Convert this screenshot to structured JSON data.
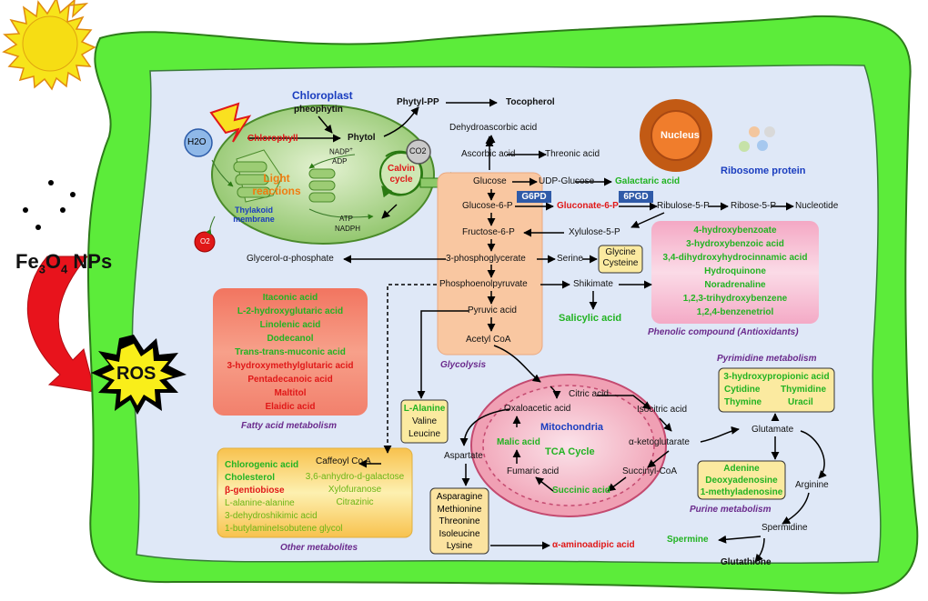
{
  "light_source": {
    "icon": "sun-icon",
    "color": "#f7e41a"
  },
  "nanoparticle_label": {
    "prefix": "Fe",
    "sub1": "3",
    "mid": "O",
    "sub2": "4",
    "suffix": " NPs"
  },
  "ros_label": "ROS",
  "colors": {
    "cell_wall": "#5cec3a",
    "cytoplasm": "#dfe8f7",
    "chloroplast": "#a8d48a",
    "glycolysis": "#f9c7a1",
    "fatty_acid": "#f07e6c",
    "phenolic": "#f6c4d8",
    "other": "#fbd97a",
    "mitochondria": "#f0a0b4",
    "green_text": "#22b322",
    "red_text": "#e01818",
    "blue_text": "#1a3dbf",
    "purple_text": "#6a2a8c"
  },
  "chloroplast": {
    "title": "Chloroplast",
    "h2o": "H2O",
    "chlorophyll": "Chlorophyll",
    "pheophytin": "pheophytin",
    "phytol": "Phytol",
    "phytyl_pp": "Phytyl-PP",
    "tocopherol": "Tocopherol",
    "light_reactions": [
      "Light",
      "reactions"
    ],
    "thylakoid": [
      "Thylakoid",
      "membrane"
    ],
    "nadp": "NADP",
    "adp": "ADP",
    "atp": "ATP",
    "nadph": "NADPH",
    "o2": "O2",
    "co2": "CO2",
    "calvin": [
      "Calvin",
      "cycle"
    ]
  },
  "nucleus": "Nucleus",
  "ribosome": "Ribosome protein",
  "pathway": {
    "dehydroascorbic": "Dehydroascorbic acid",
    "ascorbic": "Ascorbic acid",
    "threonic": "Threonic acid",
    "glucose": "Glucose",
    "udp_glucose": "UDP-Glucose",
    "galactaric": "Galactaric acid",
    "g6pd": "G6PD",
    "pgd": "6PGD",
    "glucose6p": "Glucose-6-P",
    "gluconate6p": "Gluconate-6-P",
    "ribulose5p": "Ribulose-5-P",
    "ribose5p": "Ribose-5-P",
    "nucleotide": "Nucleotide",
    "xylulose5p": "Xylulose-5-P",
    "fructose6p": "Fructose-6-P",
    "glycerol": "Glycerol-α-phosphate",
    "pg3": "3-phosphoglycerate",
    "serine": "Serine",
    "glycine_cysteine": [
      "Glycine",
      "Cysteine"
    ],
    "pep": "Phosphoenolpyruvate",
    "shikimate": "Shikimate",
    "salicylic": "Salicylic acid",
    "pyruvic": "Pyruvic acid",
    "acetylcoa": "Acetyl CoA",
    "glycolysis": "Glycolysis"
  },
  "fatty_acid": {
    "items": [
      {
        "text": "Itaconic acid",
        "tone": "green"
      },
      {
        "text": "L-2-hydroxyglutaric acid",
        "tone": "green"
      },
      {
        "text": "Linolenic acid",
        "tone": "green"
      },
      {
        "text": "Dodecanol",
        "tone": "green"
      },
      {
        "text": "Trans-trans-muconic acid",
        "tone": "green"
      },
      {
        "text": "3-hydroxymethylglutaric acid",
        "tone": "red"
      },
      {
        "text": "Pentadecanoic acid",
        "tone": "red"
      },
      {
        "text": "Maltitol",
        "tone": "red"
      },
      {
        "text": "Elaidic acid",
        "tone": "red"
      }
    ],
    "caption": "Fatty acid metabolism"
  },
  "phenolic": {
    "items": [
      "4-hydroxybenzoate",
      "3-hydroxybenzoic acid",
      "3,4-dihydroxyhydrocinnamic acid",
      "Hydroquinone",
      "Noradrenaline",
      "1,2,3-trihydroxybenzene",
      "1,2,4-benzenetriol"
    ],
    "caption": "Phenolic compound (Antioxidants)"
  },
  "amino": {
    "alanine": "L-Alanine",
    "valine": "Valine",
    "leucine": "Leucine",
    "aspartate": "Aspartate",
    "group": [
      "Asparagine",
      "Methionine",
      "Threonine",
      "Isoleucine",
      "Lysine"
    ],
    "aminoadipic": "α-aminoadipic acid"
  },
  "mitochondria": {
    "title": "Mitochondria",
    "tca": "TCA Cycle",
    "citric": "Citric acid",
    "oxaloacetic": "Oxaloacetic acid",
    "isocitric": "Isocitric acid",
    "ketoglutarate": "α-ketoglutarate",
    "malic": "Malic acid",
    "fumaric": "Fumaric acid",
    "succinylcoa": "Succinyl-CoA",
    "succinic": "Succinic acid"
  },
  "pyrimidine": {
    "caption": "Pyrimidine metabolism",
    "row1": "3-hydroxypropionic acid",
    "row2": [
      "Cytidine",
      "Thymidine"
    ],
    "row3": [
      "Thymine",
      "Uracil"
    ]
  },
  "purine": {
    "caption": "Purine metabolism",
    "items": [
      "Adenine",
      "Deoxyadenosine",
      "1-methyladenosine"
    ]
  },
  "nitrogen": {
    "glutamate": "Glutamate",
    "arginine": "Arginine",
    "spermidine": "Spermidine",
    "spermine": "Spermine",
    "glutathione": "Glutathione"
  },
  "other": {
    "caffeoyl": "Caffeoyl Co A",
    "left": [
      {
        "text": "Chlorogenic acid",
        "tone": "green"
      },
      {
        "text": "Cholesterol",
        "tone": "green"
      },
      {
        "text": "β-gentiobiose",
        "tone": "red"
      },
      {
        "text": "L-alanine-alanine",
        "tone": "olive"
      },
      {
        "text": "3-dehydroshikimic acid",
        "tone": "olive"
      },
      {
        "text": "1-butylamineIsobutene glycol",
        "tone": "olive"
      }
    ],
    "right": [
      "3,6-anhydro-d-galactose",
      "Xylofuranose",
      "Citrazinic"
    ],
    "caption": "Other metabolites"
  }
}
